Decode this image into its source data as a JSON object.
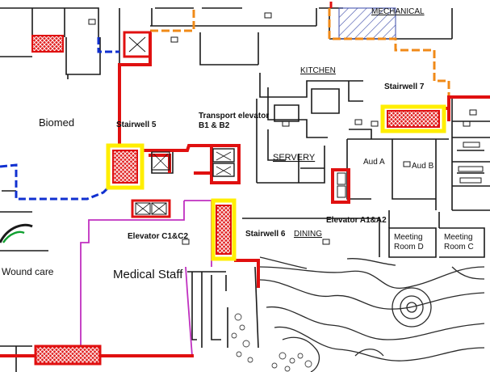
{
  "labels": {
    "mechanical": "MECHANICAL",
    "kitchen": "KITCHEN",
    "biomed": "Biomed",
    "stairwell_5": "Stairwell 5",
    "transport_elevator_line1": "Transport elevator",
    "transport_elevator_line2": "B1 & B2",
    "servery": "SERVERY",
    "aud_a": "Aud A",
    "aud_b": "Aud B",
    "stairwell_7": "Stairwell 7",
    "elevator_c": "Elevator C1&C2",
    "stairwell_6": "Stairwell 6",
    "dining": "DINING",
    "elevator_a": "Elevator A1&A2",
    "meeting_d_line1": "Meeting",
    "meeting_d_line2": "Room D",
    "meeting_c_line1": "Meeting",
    "meeting_c_line2": "Room C",
    "wound_care": "Wound care",
    "medical_staff": "Medical Staff"
  },
  "colors": {
    "wall": "#1a1a1a",
    "red_route": "#e01010",
    "orange_route": "#f08a18",
    "blue_route": "#1030d0",
    "magenta_route": "#c030c0",
    "green_route": "#10a030",
    "stair_highlight": "#ffee00",
    "hatch": "#3a4aa8"
  }
}
